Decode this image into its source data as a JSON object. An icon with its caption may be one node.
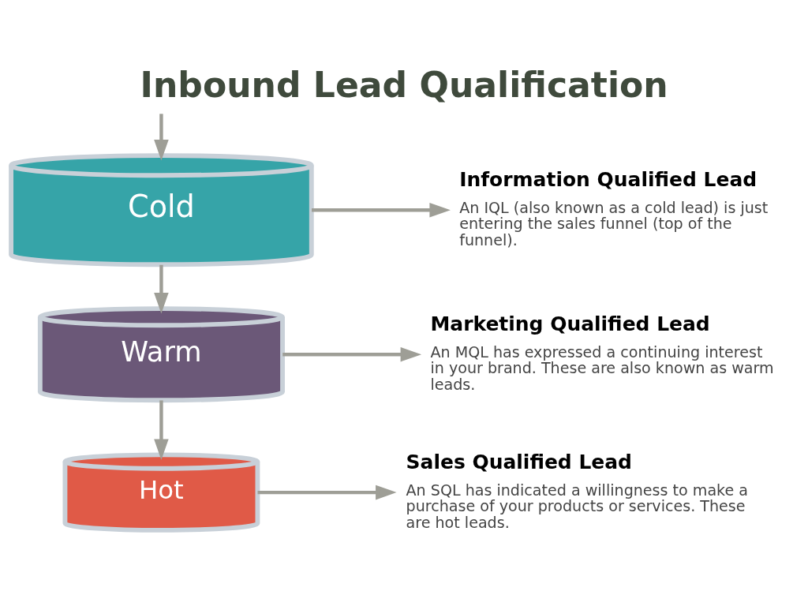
{
  "diagram": {
    "title": "Inbound Lead Qualification",
    "nodes": [
      {
        "text": [
          "Cold"
        ]
      },
      {
        "text": [
          "Warm"
        ]
      },
      {
        "text": [
          "Hot"
        ]
      },
      {
        "text": [
          "Information Qualified Lead",
          "An IQL (also known as a cold lead) is just entering the sales funnel (top of the funnel)."
        ]
      },
      {
        "text": [
          "Marketing Qualified Lead",
          "An MQL has expressed a continuing interest in your brand. These are also known as warm leads."
        ]
      },
      {
        "text": [
          "Sales Qualified Lead",
          "An SQL has indicated a willingness to make a purchase of your products or services. These are hot leads."
        ]
      }
    ],
    "edges": [
      {
        "from": null,
        "to": 0,
        "arrow": "to"
      },
      {
        "from": 0,
        "to": 1,
        "arrow": "to"
      },
      {
        "from": 1,
        "to": 2,
        "arrow": "to"
      },
      {
        "from": 0,
        "to": 3,
        "arrow": "to"
      },
      {
        "from": 1,
        "to": 4,
        "arrow": "to"
      },
      {
        "from": 2,
        "to": 5,
        "arrow": "to"
      }
    ]
  }
}
